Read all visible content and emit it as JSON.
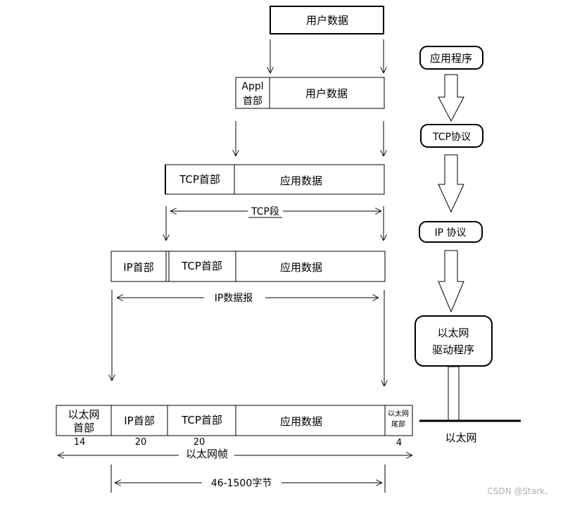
{
  "layer_app": {
    "user_data": "用户数据"
  },
  "layer_appl": {
    "appl_header_line1": "Appl",
    "appl_header_line2": "首部",
    "user_data": "用户数据"
  },
  "layer_tcp": {
    "tcp_header": "TCP首部",
    "app_data": "应用数据",
    "segment_label": "TCP段"
  },
  "layer_ip": {
    "ip_header": "IP首部",
    "tcp_header": "TCP首部",
    "app_data": "应用数据",
    "datagram_label": "IP数据报"
  },
  "layer_eth": {
    "eth_header_line1": "以太网",
    "eth_header_line2": "首部",
    "ip_header": "IP首部",
    "tcp_header": "TCP首部",
    "app_data": "应用数据",
    "trailer_line1": "以太网",
    "trailer_line2": "尾部",
    "size_eth_header": "14",
    "size_ip_header": "20",
    "size_tcp_header": "20",
    "size_trailer": "4",
    "frame_label": "以太网帧",
    "payload_label": "46-1500字节"
  },
  "stack": {
    "application": "应用程序",
    "tcp_protocol": "TCP协议",
    "ip_protocol": "IP 协议",
    "driver_line1": "以太网",
    "driver_line2": "驱动程序",
    "ethernet": "以太网"
  },
  "watermark": "CSDN @Stark、"
}
